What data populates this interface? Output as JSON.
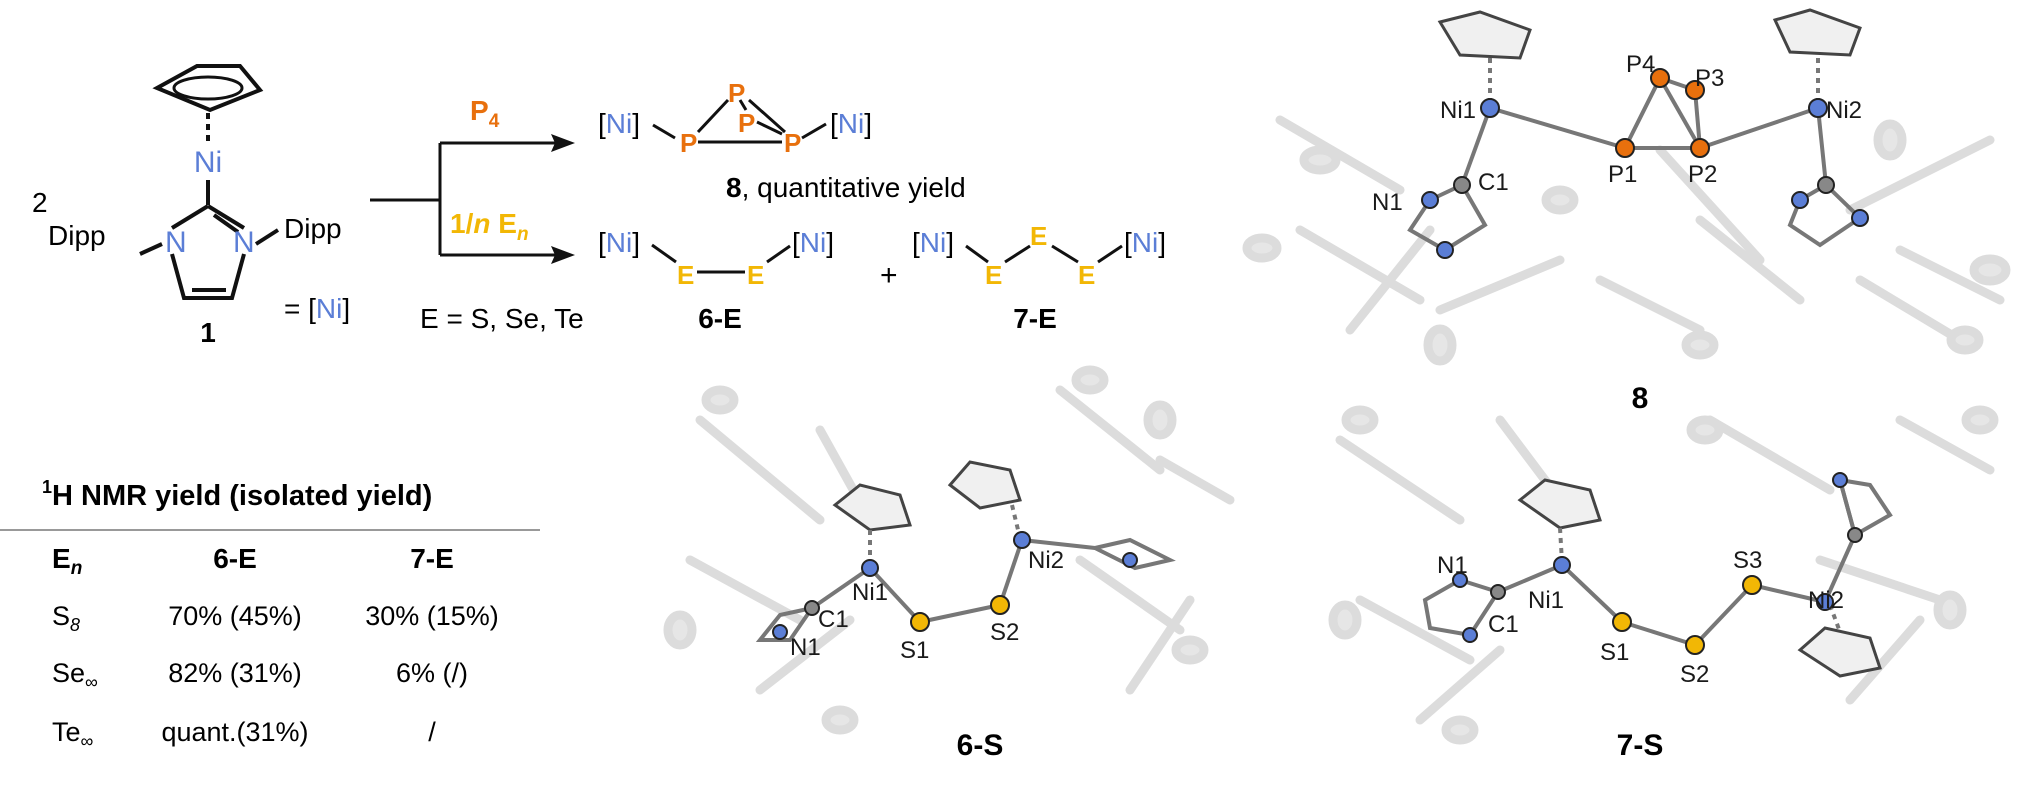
{
  "scheme": {
    "coefficient": "2",
    "ni_label": "Ni",
    "dipp_left": "Dipp",
    "dipp_right": "Dipp",
    "n_left": "N",
    "n_right": "N",
    "compound1": "1",
    "equals": "= [",
    "equals_ni": "Ni",
    "equals_close": "]",
    "reagent_top": "P",
    "reagent_top_sub": "4",
    "reagent_bottom_prefix": "1/",
    "reagent_bottom_n": "n",
    "reagent_bottom_E": " E",
    "reagent_bottom_sub": "n",
    "E_list": "E = S, Se, Te",
    "p_atom": "P",
    "e_atom": "E",
    "bracket_ni": "Ni",
    "product8_num": "8",
    "product8_text": ", quantitative yield",
    "product6": "6-E",
    "plus": "+",
    "product7": "7-E"
  },
  "yield_table": {
    "title_sup": "1",
    "title": "H NMR yield (isolated yield)",
    "headers": [
      "E",
      "n",
      "6-E",
      "7-E"
    ],
    "rows": [
      {
        "e": "S",
        "sub": "8",
        "six": "70% (45%)",
        "seven": "30% (15%)"
      },
      {
        "e": "Se",
        "sub": "∞",
        "six": "82% (31%)",
        "seven": "6% (/)"
      },
      {
        "e": "Te",
        "sub": "∞",
        "six": "quant.(31%)",
        "seven": "/"
      }
    ]
  },
  "structures": {
    "s8": {
      "title": "8",
      "labels": [
        "P4",
        "P3",
        "Ni1",
        "Ni2",
        "C1",
        "N1",
        "P1",
        "P2"
      ]
    },
    "s6": {
      "title": "6-S",
      "labels": [
        "Ni2",
        "Ni1",
        "C1",
        "S1",
        "S2",
        "N1"
      ]
    },
    "s7": {
      "title": "7-S",
      "labels": [
        "N1",
        "Ni1",
        "C1",
        "S3",
        "Ni2",
        "S1",
        "S2"
      ]
    }
  }
}
